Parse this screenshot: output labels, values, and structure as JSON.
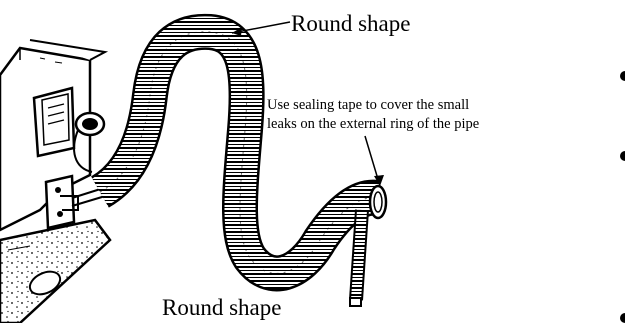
{
  "labels": {
    "round_shape_top": "Round shape",
    "round_shape_bottom": "Round shape",
    "note_line_1": "Use sealing tape to cover the small",
    "note_line_2": "leaks on the external ring of the pipe"
  },
  "colors": {
    "ink": "#000000",
    "paper": "#ffffff"
  }
}
